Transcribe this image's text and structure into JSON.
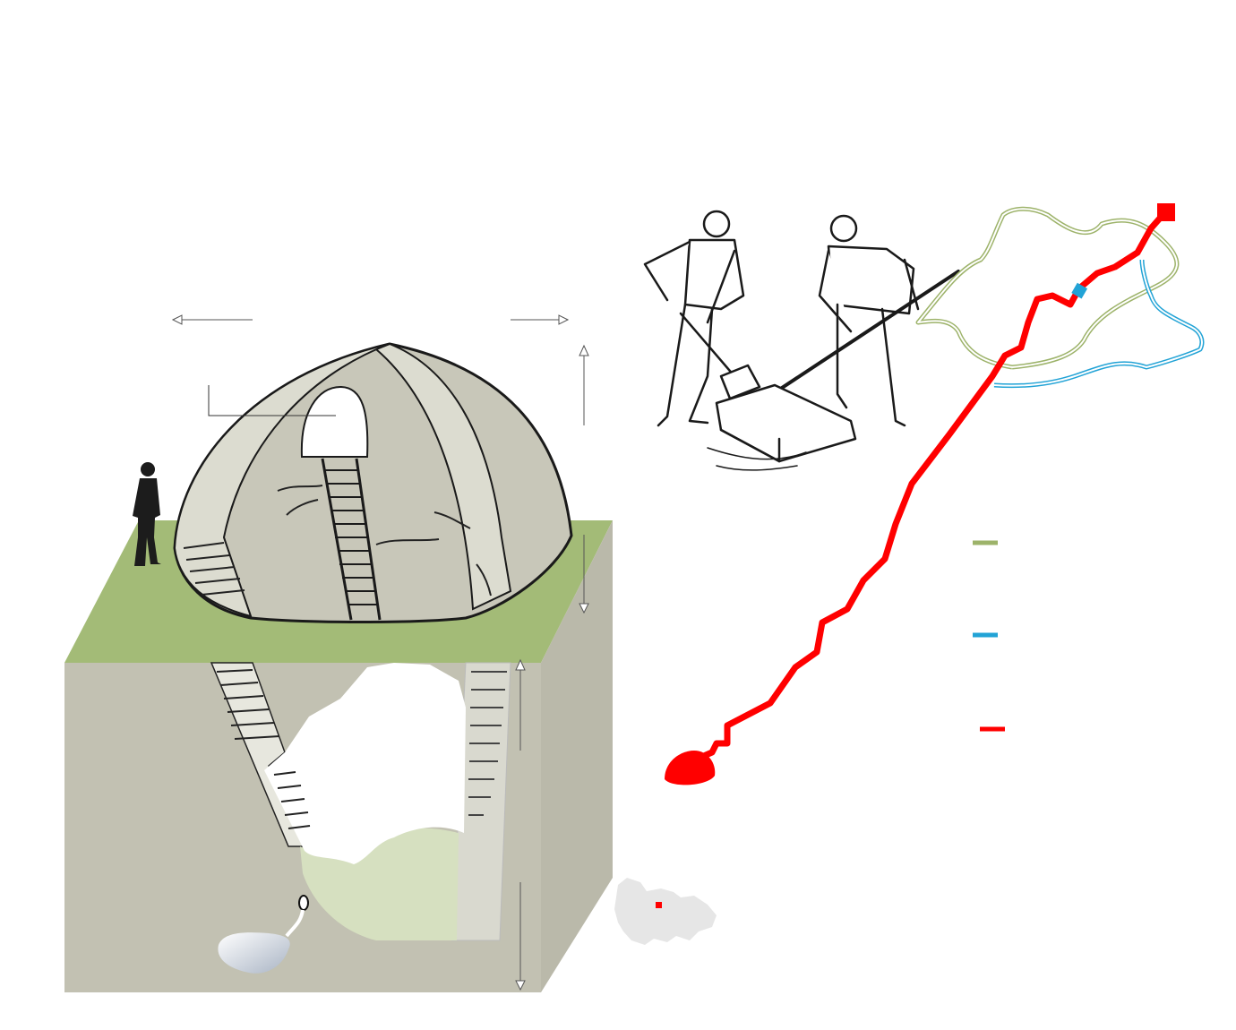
{
  "colors": {
    "background": "#ffffff",
    "grass": "#a3bb77",
    "soil_front": "#c2c1b2",
    "soil_side": "#bab9aa",
    "dome": "#c8c7b9",
    "dome_light": "#dcdcd0",
    "ice": "#d6e0c0",
    "route_red": "#ff0000",
    "boundary_green": "#9db36a",
    "river_blue": "#22a3d6",
    "map_grey": "#e6e6e6",
    "ink": "#1a1a1a",
    "silhouette": "#1c1c1c"
  },
  "icons": {
    "person": "person-silhouette-icon",
    "ladder": "ladder-icon",
    "workers": "workers-illustration-icon",
    "snow_block": "snow-block-icon",
    "route_start": "route-start-marker-icon",
    "route_end": "route-end-marker-icon",
    "river_point": "river-point-marker-icon",
    "locator": "region-locator-map-icon"
  },
  "legend": {
    "items": [
      {
        "name": "legend-boundary",
        "color": "#9db36a"
      },
      {
        "name": "legend-river",
        "color": "#22a3d6"
      },
      {
        "name": "legend-route",
        "color": "#ff0000"
      }
    ]
  }
}
